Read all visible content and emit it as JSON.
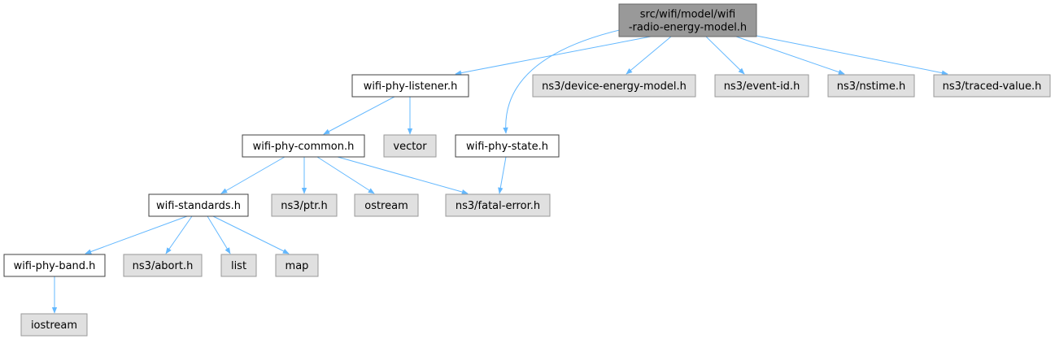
{
  "colors": {
    "edge": "#63b8ff",
    "root_fill": "#999999",
    "root_stroke": "#666666",
    "project_fill": "#ffffff",
    "project_stroke": "#404040",
    "system_fill": "#e0e0e0",
    "system_stroke": "#999999"
  },
  "nodes": {
    "root": {
      "lines": [
        "src/wifi/model/wifi",
        "-radio-energy-model.h"
      ],
      "kind": "root"
    },
    "listener": {
      "lines": [
        "wifi-phy-listener.h"
      ],
      "kind": "project"
    },
    "device_energy": {
      "lines": [
        "ns3/device-energy-model.h"
      ],
      "kind": "system"
    },
    "event_id": {
      "lines": [
        "ns3/event-id.h"
      ],
      "kind": "system"
    },
    "nstime": {
      "lines": [
        "ns3/nstime.h"
      ],
      "kind": "system"
    },
    "traced_value": {
      "lines": [
        "ns3/traced-value.h"
      ],
      "kind": "system"
    },
    "common": {
      "lines": [
        "wifi-phy-common.h"
      ],
      "kind": "project"
    },
    "vector": {
      "lines": [
        "vector"
      ],
      "kind": "system"
    },
    "state": {
      "lines": [
        "wifi-phy-state.h"
      ],
      "kind": "project"
    },
    "standards": {
      "lines": [
        "wifi-standards.h"
      ],
      "kind": "project"
    },
    "ptr": {
      "lines": [
        "ns3/ptr.h"
      ],
      "kind": "system"
    },
    "ostream": {
      "lines": [
        "ostream"
      ],
      "kind": "system"
    },
    "fatal_error": {
      "lines": [
        "ns3/fatal-error.h"
      ],
      "kind": "system"
    },
    "band": {
      "lines": [
        "wifi-phy-band.h"
      ],
      "kind": "project"
    },
    "abort": {
      "lines": [
        "ns3/abort.h"
      ],
      "kind": "system"
    },
    "list": {
      "lines": [
        "list"
      ],
      "kind": "system"
    },
    "map": {
      "lines": [
        "map"
      ],
      "kind": "system"
    },
    "iostream": {
      "lines": [
        "iostream"
      ],
      "kind": "system"
    }
  },
  "edges": [
    [
      "root",
      "listener"
    ],
    [
      "root",
      "state"
    ],
    [
      "root",
      "device_energy"
    ],
    [
      "root",
      "event_id"
    ],
    [
      "root",
      "nstime"
    ],
    [
      "root",
      "traced_value"
    ],
    [
      "listener",
      "common"
    ],
    [
      "listener",
      "vector"
    ],
    [
      "common",
      "standards"
    ],
    [
      "common",
      "ptr"
    ],
    [
      "common",
      "ostream"
    ],
    [
      "common",
      "fatal_error"
    ],
    [
      "state",
      "fatal_error"
    ],
    [
      "standards",
      "band"
    ],
    [
      "standards",
      "abort"
    ],
    [
      "standards",
      "list"
    ],
    [
      "standards",
      "map"
    ],
    [
      "band",
      "iostream"
    ]
  ]
}
